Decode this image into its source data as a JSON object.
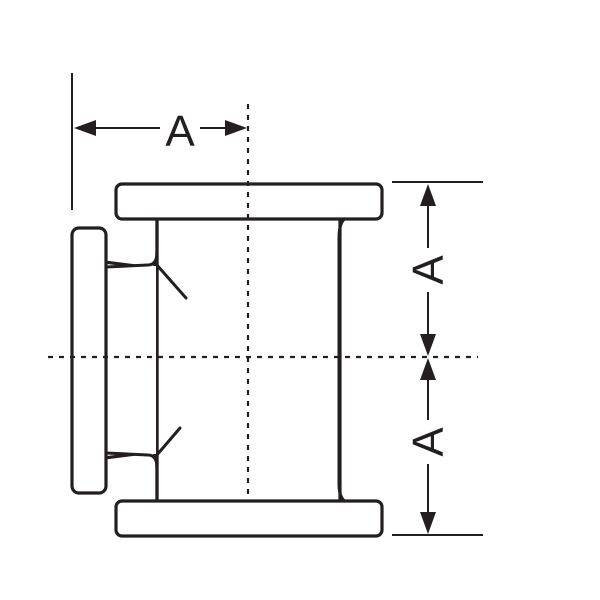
{
  "dimensions": {
    "horizontal_label": "A",
    "vertical_upper_label": "A",
    "vertical_lower_label": "A"
  },
  "colors": {
    "ink": "#231f20",
    "background": "#ffffff"
  }
}
